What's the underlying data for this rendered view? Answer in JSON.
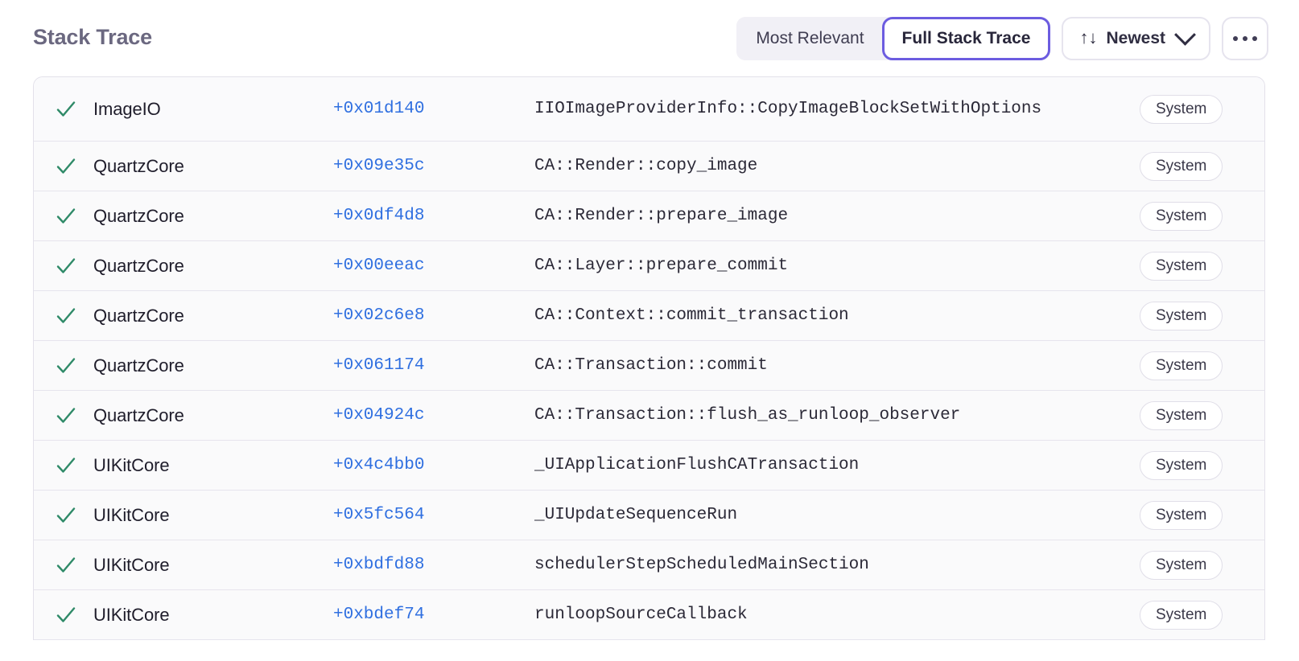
{
  "header": {
    "title": "Stack Trace",
    "segmented": {
      "options": [
        {
          "label": "Most Relevant",
          "selected": false
        },
        {
          "label": "Full Stack Trace",
          "selected": true
        }
      ]
    },
    "sort": {
      "icon": "sort-arrows-icon",
      "glyph": "↑↓",
      "label": "Newest",
      "chevron": "chevron-down-icon"
    },
    "more": {
      "label": "…",
      "icon": "ellipsis-icon"
    }
  },
  "colors": {
    "accent_purple": "#6c5ce0",
    "link_blue": "#2f6fe0",
    "check_green": "#2f8a68",
    "title_gray": "#6b6880",
    "row_border": "#e6e4ed",
    "row_bg": "#fafafb",
    "badge_border": "#e0dee8"
  },
  "trace": {
    "check_icon": "checkmark-icon",
    "rows": [
      {
        "module": "ImageIO",
        "offset": "+0x01d140",
        "symbol": "IIOImageProviderInfo::CopyImageBlockSetWithOptions",
        "badge": "System"
      },
      {
        "module": "QuartzCore",
        "offset": "+0x09e35c",
        "symbol": "CA::Render::copy_image",
        "badge": "System"
      },
      {
        "module": "QuartzCore",
        "offset": "+0x0df4d8",
        "symbol": "CA::Render::prepare_image",
        "badge": "System"
      },
      {
        "module": "QuartzCore",
        "offset": "+0x00eeac",
        "symbol": "CA::Layer::prepare_commit",
        "badge": "System"
      },
      {
        "module": "QuartzCore",
        "offset": "+0x02c6e8",
        "symbol": "CA::Context::commit_transaction",
        "badge": "System"
      },
      {
        "module": "QuartzCore",
        "offset": "+0x061174",
        "symbol": "CA::Transaction::commit",
        "badge": "System"
      },
      {
        "module": "QuartzCore",
        "offset": "+0x04924c",
        "symbol": "CA::Transaction::flush_as_runloop_observer",
        "badge": "System"
      },
      {
        "module": "UIKitCore",
        "offset": "+0x4c4bb0",
        "symbol": "_UIApplicationFlushCATransaction",
        "badge": "System"
      },
      {
        "module": "UIKitCore",
        "offset": "+0x5fc564",
        "symbol": "_UIUpdateSequenceRun",
        "badge": "System"
      },
      {
        "module": "UIKitCore",
        "offset": "+0xbdfd88",
        "symbol": "schedulerStepScheduledMainSection",
        "badge": "System"
      },
      {
        "module": "UIKitCore",
        "offset": "+0xbdef74",
        "symbol": "runloopSourceCallback",
        "badge": "System"
      }
    ]
  }
}
